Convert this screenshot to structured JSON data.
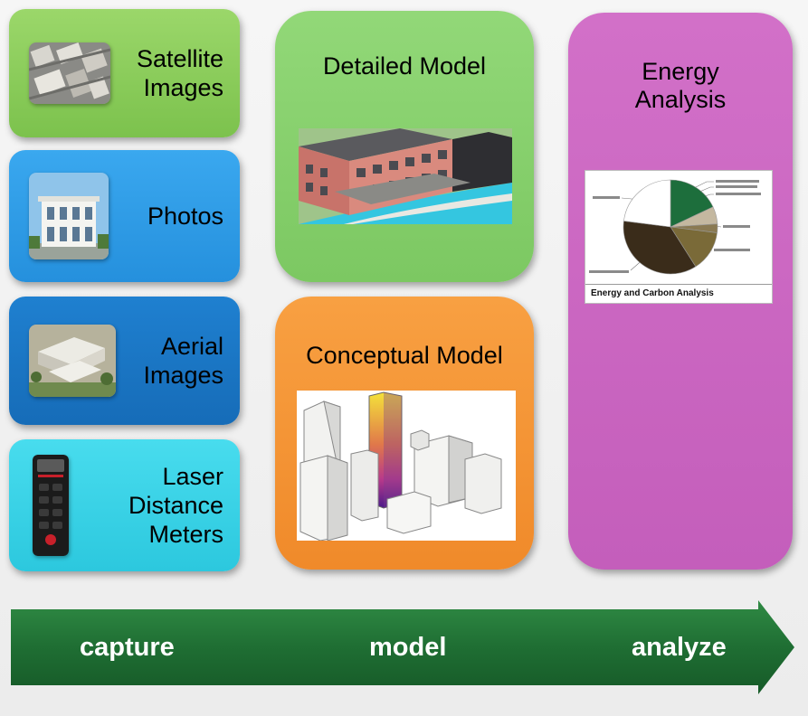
{
  "capture": {
    "satellite": "Satellite\nImages",
    "photos": "Photos",
    "aerial": "Aerial\nImages",
    "laser": "Laser\nDistance\nMeters"
  },
  "model": {
    "detailed": "Detailed Model",
    "conceptual": "Conceptual Model"
  },
  "analyze": {
    "title": "Energy\nAnalysis",
    "chart_caption": "Energy and Carbon Analysis"
  },
  "arrow": {
    "stages": [
      "capture",
      "model",
      "analyze"
    ]
  },
  "colors": {
    "satellite": "#8bcc5a",
    "photos": "#2c9be6",
    "aerial": "#1876c4",
    "laser": "#36d4e8",
    "detailed": "#86d26c",
    "conceptual": "#f69638",
    "analysis": "#cc66c4",
    "arrow": "#1f6e33"
  },
  "chart_data": {
    "type": "pie",
    "title": "Energy and Carbon Analysis",
    "values": [
      18,
      6,
      3,
      14,
      36,
      23
    ],
    "colors": [
      "#1d6e3c",
      "#c4b8a0",
      "#8a7a52",
      "#7a6a38",
      "#3a2c1a",
      "#ffffff"
    ]
  }
}
